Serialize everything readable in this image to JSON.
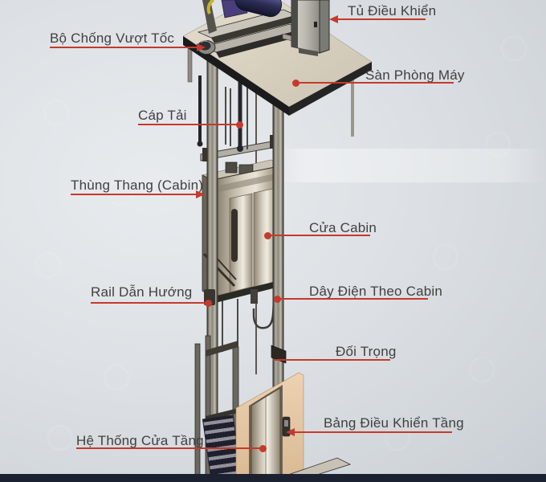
{
  "diagram": {
    "subject": "elevator-structure",
    "labels": {
      "governor": {
        "text": "Bộ Chống Vượt Tốc"
      },
      "controller": {
        "text": "Tủ Điều Khiển"
      },
      "machine_floor": {
        "text": "Sàn Phòng Máy"
      },
      "hoist_cable": {
        "text": "Cáp Tải"
      },
      "cabin": {
        "text": "Thùng Thang (Cabin)"
      },
      "cabin_door": {
        "text": "Cửa Cabin"
      },
      "guide_rail": {
        "text": "Rail Dẫn Hướng"
      },
      "travel_cable": {
        "text": "Dây Điện Theo Cabin"
      },
      "counterweight": {
        "text": "Đối Trọng"
      },
      "floor_panel": {
        "text": "Bảng Điều Khiển Tầng"
      },
      "landing_door": {
        "text": "Hệ Thống Cửa Tầng"
      }
    },
    "colors": {
      "leader_accent": "#c43a2d",
      "label_text": "#404040",
      "background": "#dde1e5",
      "platform": "#d8d0c2",
      "wall": "#e4c9a6",
      "bottom_bar": "#1b2130"
    }
  }
}
